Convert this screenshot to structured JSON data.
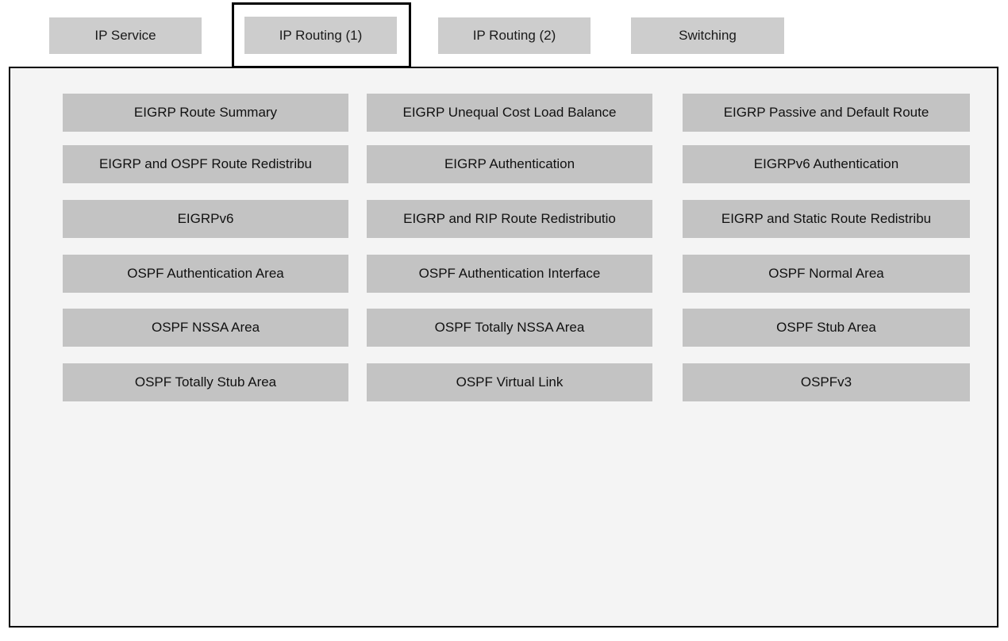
{
  "tabs": {
    "items": [
      {
        "label": "IP Service",
        "selected": false
      },
      {
        "label": "IP Routing (1)",
        "selected": true
      },
      {
        "label": "IP Routing (2)",
        "selected": false
      },
      {
        "label": "Switching",
        "selected": false
      }
    ]
  },
  "panel": {
    "buttons": [
      "EIGRP Route Summary",
      "EIGRP Unequal Cost Load Balance",
      "EIGRP Passive and Default Route",
      "EIGRP and OSPF Route Redistribu",
      "EIGRP Authentication",
      "EIGRPv6 Authentication",
      "EIGRPv6",
      "EIGRP and RIP Route Redistributio",
      "EIGRP and Static Route Redistribu",
      "OSPF Authentication Area",
      "OSPF Authentication Interface",
      "OSPF Normal Area",
      "OSPF NSSA Area",
      "OSPF Totally NSSA Area",
      "OSPF Stub Area",
      "OSPF Totally Stub Area",
      "OSPF Virtual Link",
      "OSPFv3"
    ]
  },
  "colors": {
    "tab_fill": "#cdcdcd",
    "selected_tab_frame_border": "#000000",
    "grid_button_fill": "#c3c3c3",
    "panel_background": "#f4f4f4",
    "panel_border": "#000000",
    "text": "#000000",
    "page_background": "#ffffff"
  }
}
